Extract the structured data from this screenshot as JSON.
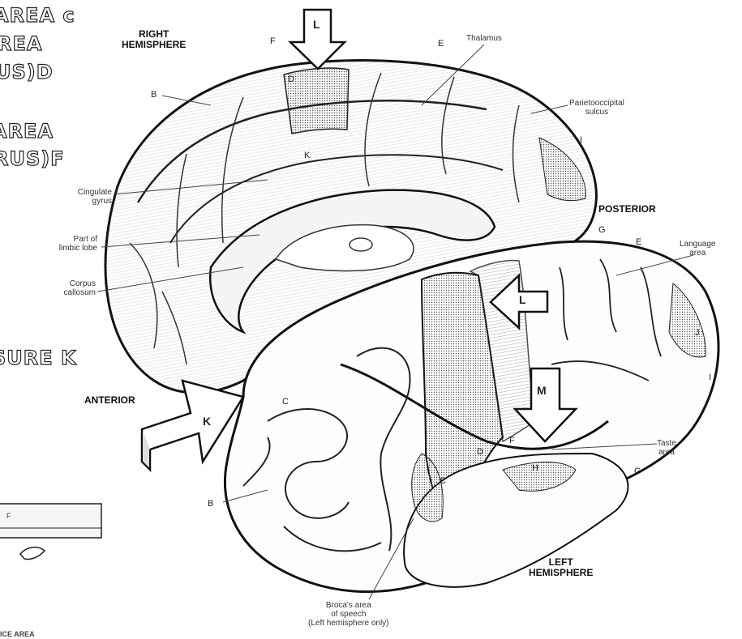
{
  "headings": {
    "right_hemisphere": [
      "RIGHT",
      "HEMISPHERE"
    ],
    "left_hemisphere": [
      "LEFT",
      "HEMISPHERE"
    ],
    "posterior": "POSTERIOR",
    "anterior": "ANTERIOR"
  },
  "labels": {
    "thalamus": "Thalamus",
    "parietooccipital": [
      "Parietooccipital",
      "sulcus"
    ],
    "cingulate": [
      "Cingulate",
      "gyrus"
    ],
    "limbic": [
      "Part of",
      "limbic lobe"
    ],
    "corpus": [
      "Corpus",
      "callosum"
    ],
    "language": [
      "Language",
      "area"
    ],
    "taste": [
      "Taste",
      "area"
    ],
    "broca": [
      "Broca's area",
      "of speech",
      "(Left hemisphere only)"
    ]
  },
  "letters": {
    "F_top": "F",
    "E_top": "E",
    "B_upper": "B",
    "D_top": "D",
    "I_right": "I",
    "G_post": "G",
    "E_post": "E",
    "J": "J",
    "I_low": "I",
    "C_ant": "C",
    "B_low": "B",
    "D_mid": "D",
    "C_mid": "C",
    "F_taste": "F",
    "G_taste": "G",
    "H": "H",
    "K_ctr": "K",
    "L_top_arrow": "L",
    "L_mid_arrow": "L",
    "M_arrow": "M",
    "K_arrow": "K"
  },
  "left_edge_fragments": {
    "frag1": "AREA c",
    "frag2": "REA",
    "frag3": "US)D",
    "frag4": "AREA",
    "frag5": "RUS)F",
    "frag6": "SURE K",
    "frag7": "ICE AREA",
    "box_letter": "F"
  }
}
